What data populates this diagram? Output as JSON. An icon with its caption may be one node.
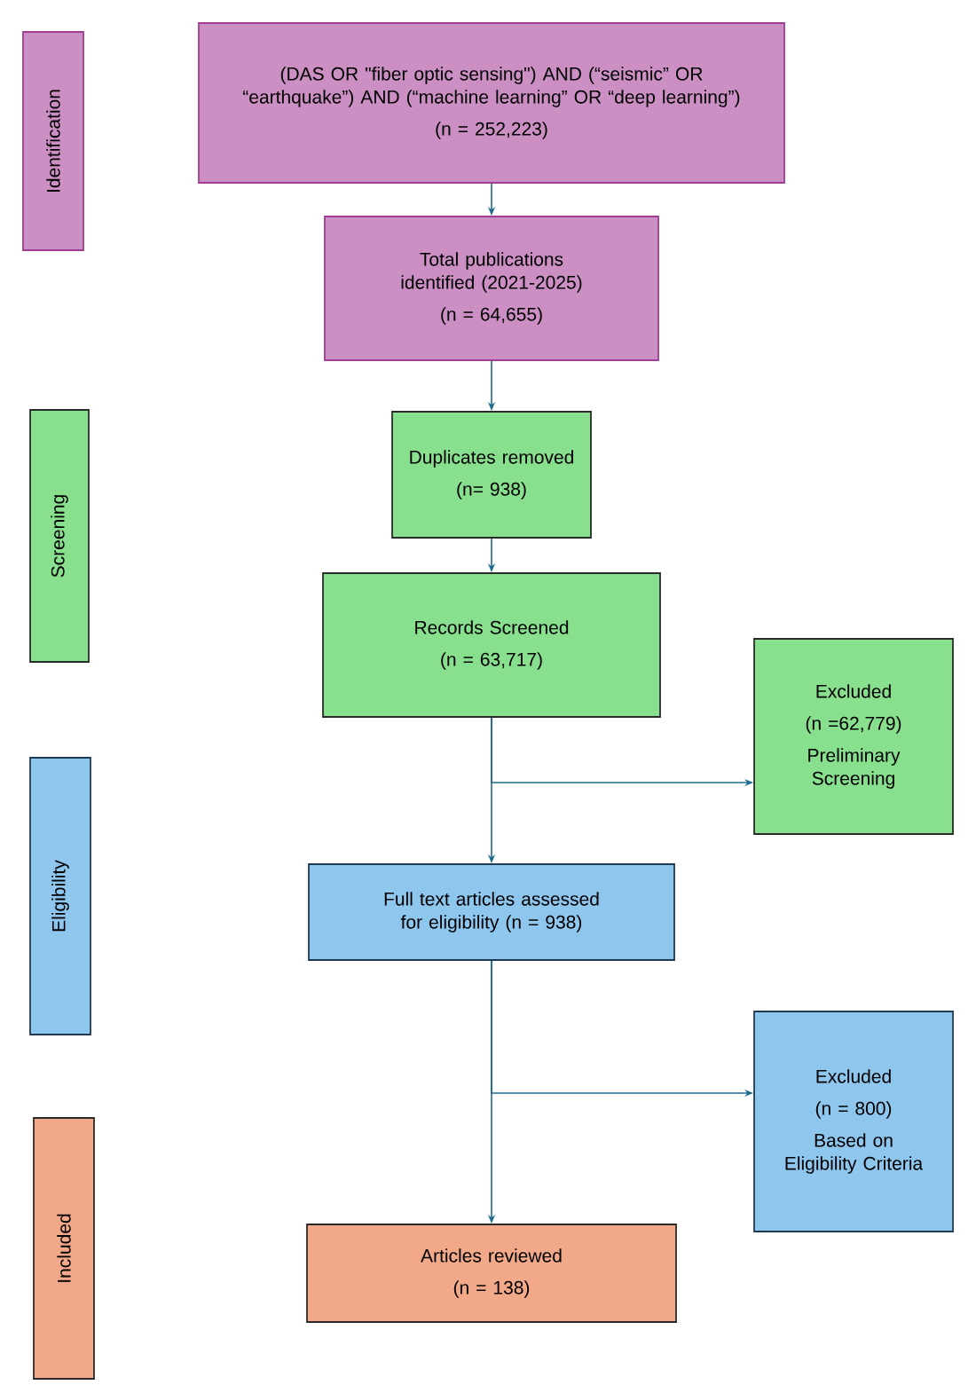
{
  "diagram": {
    "nodes": [
      {
        "text": [
          "Identification"
        ]
      },
      {
        "text": [
          "(DAS OR \"fiber optic sensing\") AND (“seismic” OR “earthquake”) AND (“machine learning” OR “deep learning”)",
          "(n = 252,223)"
        ]
      },
      {
        "text": [
          "Total publications identified (2021-2025)",
          "(n = 64,655)"
        ]
      },
      {
        "text": [
          "Screening"
        ]
      },
      {
        "text": [
          "Duplicates removed",
          "(n= 938)"
        ]
      },
      {
        "text": [
          "Records Screened",
          "(n = 63,717)"
        ]
      },
      {
        "text": [
          "Excluded",
          "(n =62,779)",
          "Preliminary Screening"
        ]
      },
      {
        "text": [
          "Eligibility"
        ]
      },
      {
        "text": [
          "Full text articles assessed for eligibility (n = 938)"
        ]
      },
      {
        "text": [
          "Excluded",
          "(n = 800)",
          "Based on Eligibility Criteria"
        ]
      },
      {
        "text": [
          "Included"
        ]
      },
      {
        "text": [
          "Articles reviewed",
          "(n = 138)"
        ]
      }
    ],
    "edges": [
      {
        "from": 1,
        "to": 2,
        "arrow": "to"
      },
      {
        "from": 2,
        "to": 4,
        "arrow": "to"
      },
      {
        "from": 4,
        "to": 5,
        "arrow": "to"
      },
      {
        "from": 5,
        "to": 8,
        "arrow": "to"
      },
      {
        "from": 5,
        "to": 6,
        "arrow": "to"
      },
      {
        "from": 8,
        "to": 11,
        "arrow": "to"
      },
      {
        "from": 8,
        "to": 9,
        "arrow": "to"
      }
    ]
  }
}
